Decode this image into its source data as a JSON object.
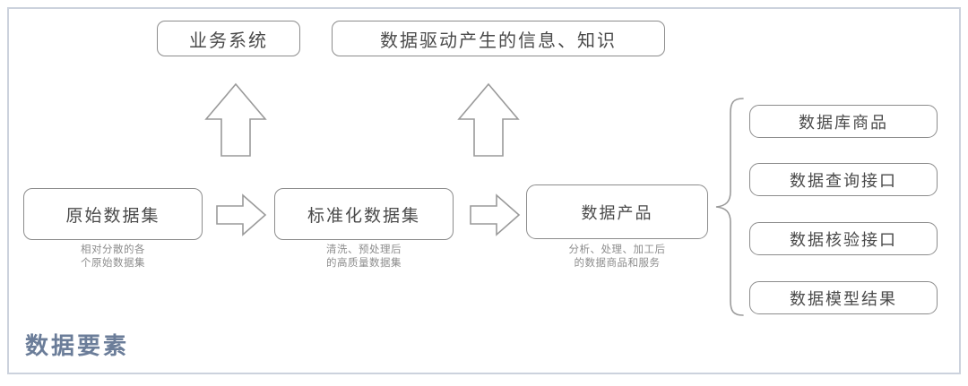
{
  "diagram": {
    "title": "数据要素",
    "frame": {
      "border_color": "#ccd2dd"
    },
    "outcomes": [
      {
        "id": "business-system",
        "label": "业务系统"
      },
      {
        "id": "data-driven-knowledge",
        "label": "数据驱动产生的信息、知识"
      }
    ],
    "stages": [
      {
        "id": "raw-dataset",
        "label": "原始数据集",
        "caption": "相对分散的各\n个原始数据集"
      },
      {
        "id": "standardized-dataset",
        "label": "标准化数据集",
        "caption": "清洗、预处理后\n的高质量数据集"
      },
      {
        "id": "data-product",
        "label": "数据产品",
        "caption": "分析、处理、加工后\n的数据商品和服务"
      }
    ],
    "product_types": [
      {
        "id": "database-goods",
        "label": "数据库商品"
      },
      {
        "id": "data-query-api",
        "label": "数据查询接口"
      },
      {
        "id": "data-verify-api",
        "label": "数据核验接口"
      },
      {
        "id": "data-model-result",
        "label": "数据模型结果"
      }
    ],
    "connectors": {
      "up_arrow_1": "up-arrow-icon",
      "up_arrow_2": "up-arrow-icon",
      "right_arrow_1": "right-arrow-icon",
      "right_arrow_2": "right-arrow-icon",
      "brace": "curly-brace-icon"
    },
    "colors": {
      "node_border": "#8c8c8c",
      "node_text": "#4a4a4a",
      "caption_text": "#8d8d8d",
      "title_text": "#6b7d99",
      "arrow_stroke": "#9a9a9a"
    }
  }
}
